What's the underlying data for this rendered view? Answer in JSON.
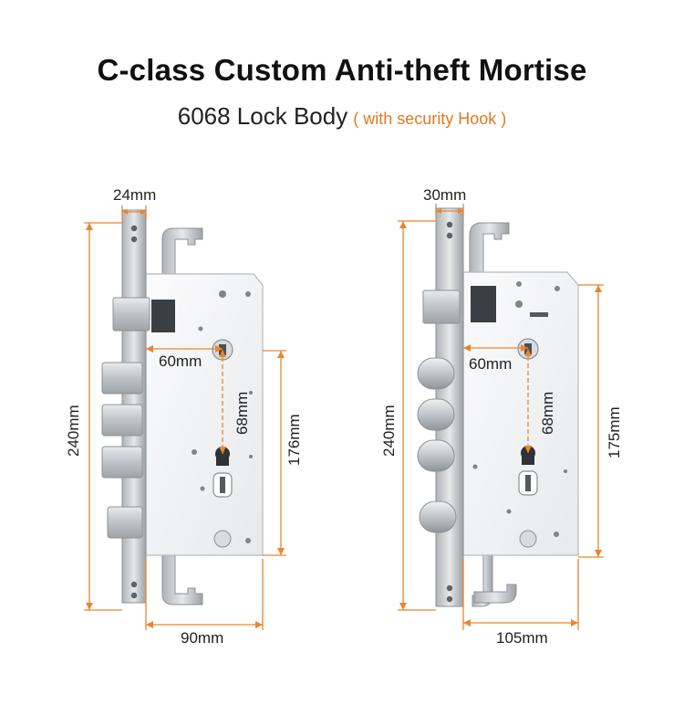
{
  "header": {
    "title": "C-class Custom Anti-theft Mortise",
    "subtitle": "6068 Lock Body",
    "note": "( with security Hook )"
  },
  "colors": {
    "dimension": "#e8862e",
    "steel": "#c9cdd1",
    "plate": "#f4f5f6"
  },
  "left_lock": {
    "faceplate_width": "24mm",
    "backset": "60mm",
    "center_distance": "68mm",
    "body_height": "176mm",
    "total_height": "240mm",
    "body_width": "90mm"
  },
  "right_lock": {
    "faceplate_width": "30mm",
    "backset": "60mm",
    "center_distance": "68mm",
    "body_height": "175mm",
    "total_height": "240mm",
    "body_width": "105mm"
  }
}
